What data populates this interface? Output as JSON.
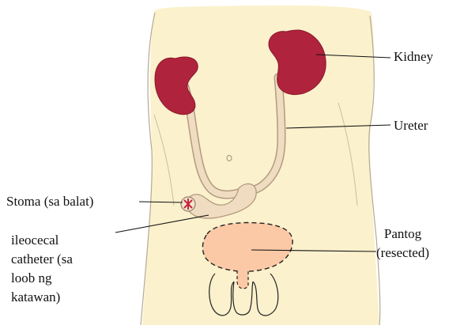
{
  "labels": {
    "kidney": "Kidney",
    "ureter": "Ureter",
    "stoma": "Stoma (sa balat)",
    "catheter": "ileocecal\ncatheter (sa\nloob ng\nkatawan)",
    "bladder": "Pantog\n(resected)"
  },
  "colors": {
    "body_fill": "#fbf1cc",
    "outline": "#b3aa93",
    "kidney_fill": "#b0233c",
    "ureter_fill": "#f0ddc1",
    "ureter_stroke": "#b39a80",
    "bladder_fill": "#fcc9a6",
    "stoma_mark": "#c0283a",
    "leader_line": "#111111"
  }
}
